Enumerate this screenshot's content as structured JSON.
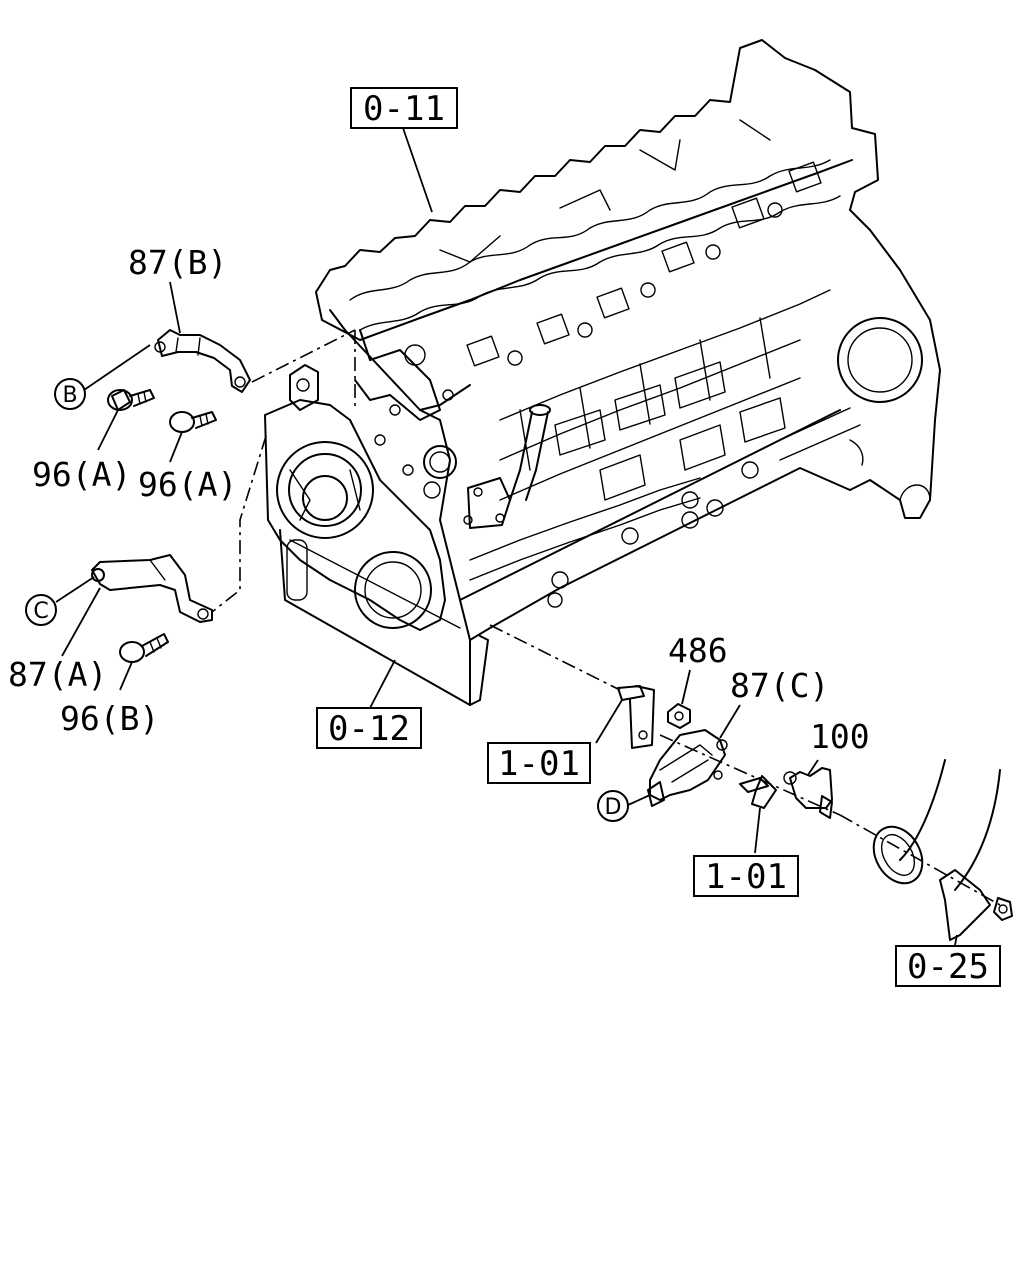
{
  "refs": {
    "r011": "0-11",
    "r012": "0-12",
    "r101a": "1-01",
    "r101b": "1-01",
    "r025": "0-25"
  },
  "parts": {
    "p87b": "87(B)",
    "p87a": "87(A)",
    "p87c": "87(C)",
    "p96a1": "96(A)",
    "p96a2": "96(A)",
    "p96b": "96(B)",
    "p486": "486",
    "p100": "100"
  },
  "markers": {
    "b": "B",
    "c": "C",
    "d": "D"
  }
}
